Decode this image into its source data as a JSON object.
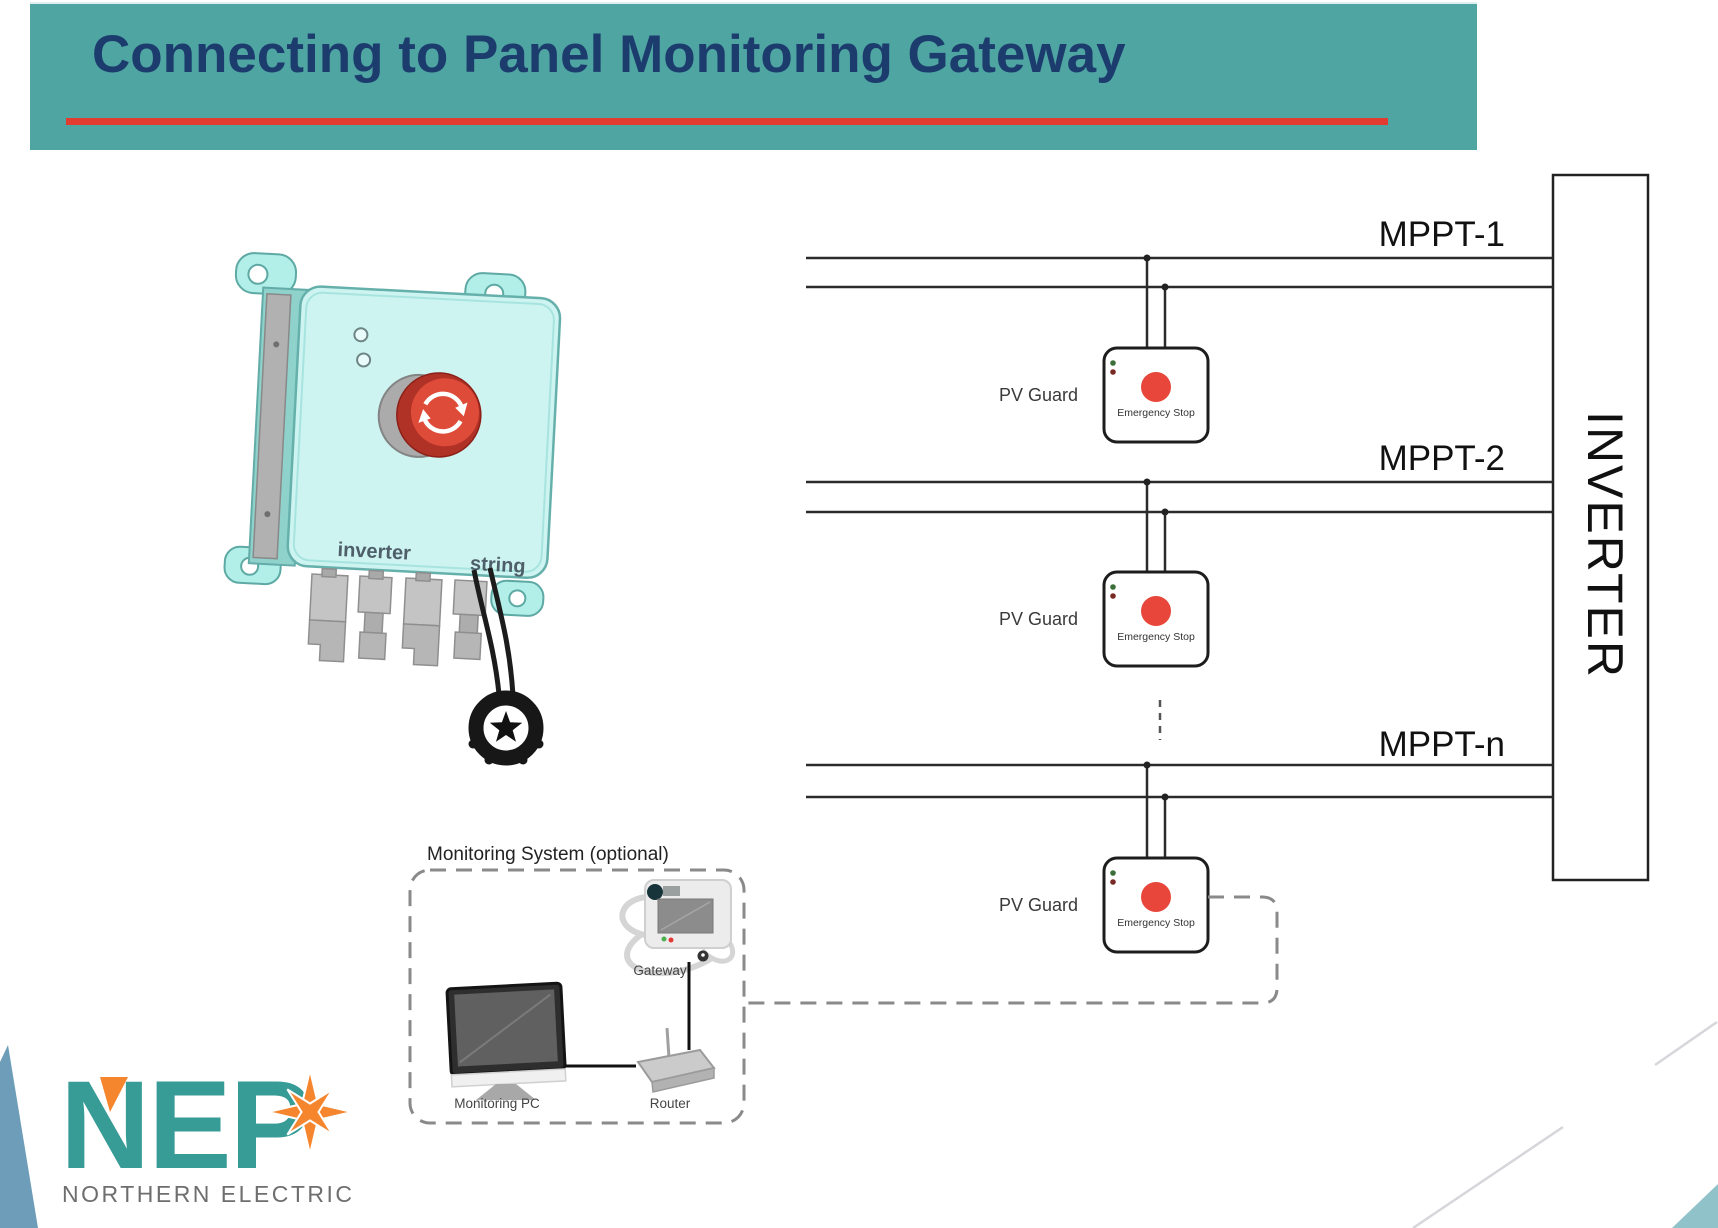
{
  "header": {
    "title": "Connecting to Panel Monitoring Gateway"
  },
  "schematic": {
    "inverter_label": "INVERTER",
    "rows": [
      {
        "mppt": "MPPT-1",
        "device": "PV Guard",
        "button": "Emergency Stop"
      },
      {
        "mppt": "MPPT-2",
        "device": "PV Guard",
        "button": "Emergency Stop"
      },
      {
        "mppt": "MPPT-n",
        "device": "PV Guard",
        "button": "Emergency Stop"
      }
    ]
  },
  "monitoring": {
    "title": "Monitoring System (optional)",
    "gateway_label": "Gateway",
    "router_label": "Router",
    "pc_label": "Monitoring PC"
  },
  "device": {
    "inverter_port_label": "inverter",
    "string_port_label": "string"
  },
  "logo": {
    "name": "NEP",
    "subtitle": "NORTHERN ELECTRIC"
  },
  "colors": {
    "header_teal": "#4fa5a2",
    "title_navy": "#1c3c6e",
    "accent_red": "#e23b30",
    "device_cyan": "#cdf4f1",
    "device_edge": "#66b0ab",
    "stop_red": "#e8463a",
    "knob_red": "#de4b39",
    "logo_teal": "#379b96",
    "logo_orange": "#f5862e",
    "wedge_blue": "#6d9db8",
    "corner_teal": "#90c2ca",
    "line_black": "#1d1d1d",
    "dash_gray": "#8a8a8a"
  }
}
